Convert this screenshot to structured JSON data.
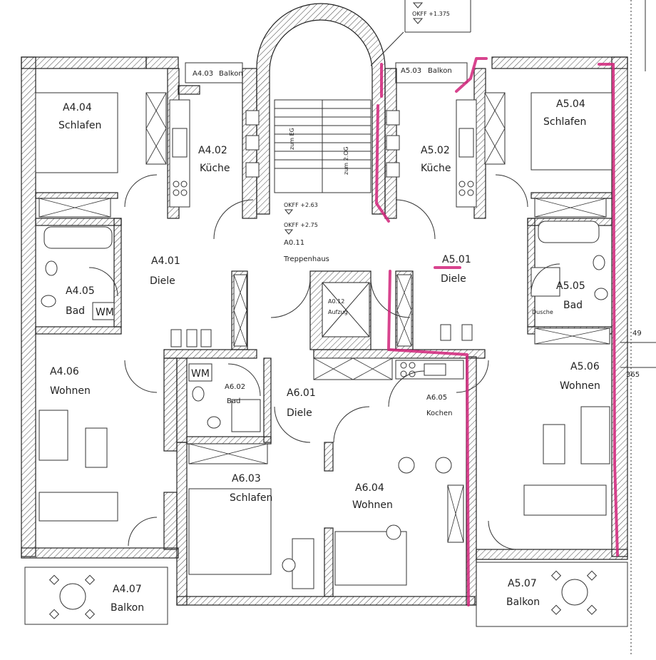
{
  "colors": {
    "line": "#222222",
    "marker": "#d1237a",
    "paper": "#ffffff"
  },
  "levels": {
    "top": "OKFF +1.375",
    "okff1": "OKFF +2.63",
    "okff2": "OKFF +2.75"
  },
  "dims": {
    "d1": "49",
    "d2": "365"
  },
  "stair": {
    "label1": "zum EG",
    "label2": "zum 2.OG"
  },
  "rooms": {
    "a403": [
      "A4.03",
      "Balkon"
    ],
    "a503": [
      "A5.03",
      "Balkon"
    ],
    "a404": [
      "A4.04",
      "Schlafen"
    ],
    "a504": [
      "A5.04",
      "Schlafen"
    ],
    "a402": [
      "A4.02",
      "Küche"
    ],
    "a502": [
      "A5.02",
      "Küche"
    ],
    "a011": [
      "A0.11",
      "Treppenhaus"
    ],
    "a401": [
      "A4.01",
      "Diele"
    ],
    "a501": [
      "A5.01",
      "Diele"
    ],
    "a405": [
      "A4.05",
      "Bad"
    ],
    "a505": [
      "A5.05",
      "Bad"
    ],
    "a012": [
      "A0.12",
      "Aufzug"
    ],
    "a406": [
      "A4.06",
      "Wohnen"
    ],
    "a506": [
      "A5.06",
      "Wohnen"
    ],
    "a602": [
      "A6.02",
      "Bad"
    ],
    "a601": [
      "A6.01",
      "Diele"
    ],
    "a605": [
      "A6.05",
      "Kochen"
    ],
    "a603": [
      "A6.03",
      "Schlafen"
    ],
    "a604": [
      "A6.04",
      "Wohnen"
    ],
    "a407": [
      "A4.07",
      "Balkon"
    ],
    "a507": [
      "A5.07",
      "Balkon"
    ]
  },
  "fixtures": {
    "wm1": "WM",
    "wm2": "WM",
    "dusche": "Dusche"
  }
}
